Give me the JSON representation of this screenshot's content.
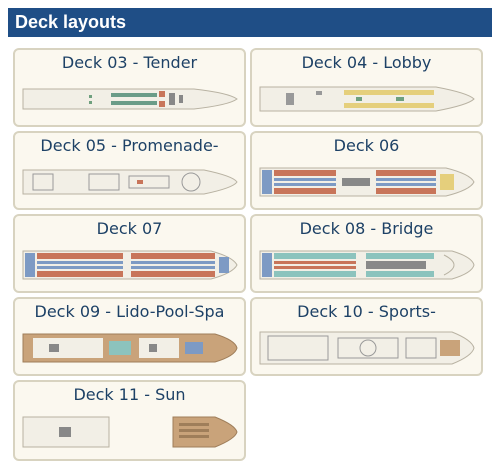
{
  "header": {
    "title": "Deck layouts"
  },
  "decks": [
    {
      "label": "Deck 03 - Tender"
    },
    {
      "label": "Deck 04 - Lobby"
    },
    {
      "label": "Deck 05 - Promenade-"
    },
    {
      "label": "Deck 06"
    },
    {
      "label": "Deck 07"
    },
    {
      "label": "Deck 08 - Bridge"
    },
    {
      "label": "Deck 09 - Lido-Pool-Spa"
    },
    {
      "label": "Deck 10 - Sports-"
    },
    {
      "label": "Deck 11 - Sun"
    }
  ],
  "colors": {
    "header": "#1f4e86",
    "title_text": "#1d4166",
    "card_border": "#d8d3c0",
    "card_bg": "#fbf8ef",
    "cabin_red": "#c8755a",
    "cabin_blue": "#7d9ac4",
    "cabin_yellow": "#e5cf7c",
    "cabin_teal": "#8cc3bd",
    "wood": "#c9a37a"
  }
}
